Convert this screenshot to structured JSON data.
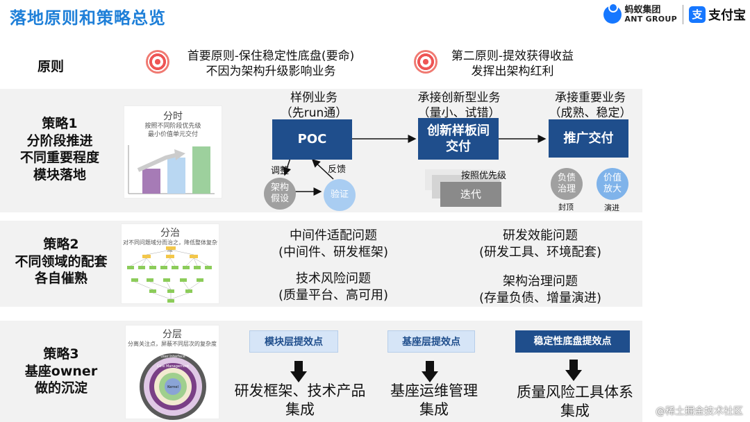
{
  "header": {
    "title": "落地原则和策略总览",
    "ant_brand_cn": "蚂蚁集团",
    "ant_brand_en": "ANT GROUP",
    "alipay_mark": "支",
    "alipay_brand": "支付宝"
  },
  "principles": {
    "row_label": "原则",
    "first_line1": "首要原则-保住稳定性底盘(要命)",
    "first_line2": "不因为架构升级影响业务",
    "second_line1": "第二原则-提效获得收益",
    "second_line2": "发挥出架构红利"
  },
  "strategy1": {
    "label_line1": "策略1",
    "label_line2": "分阶段推进",
    "label_line3": "不同重要程度",
    "label_line4": "模块落地",
    "card_title": "分时",
    "card_sub1": "按照不同阶段优先级",
    "card_sub2": "最小价值单元交付",
    "stage1_line1": "样例业务",
    "stage1_line2": "（先run通）",
    "stage2_line1": "承接创新型业务",
    "stage2_line2": "（量小、试错）",
    "stage3_line1": "承接重要业务",
    "stage3_line2": "（成熟、稳定）",
    "poc": "POC",
    "innovate_line1": "创新样板间",
    "innovate_line2": "交付",
    "promote": "推广交付",
    "adjust": "调整",
    "feedback": "反馈",
    "hypothesis_line1": "架构",
    "hypothesis_line2": "假设",
    "verify": "验证",
    "by_priority": "按照优先级",
    "iterate": "迭代",
    "debt_line1": "负债",
    "debt_line2": "治理",
    "value_line1": "价值",
    "value_line2": "放大",
    "cap": "封顶",
    "evolve": "演进"
  },
  "strategy2": {
    "label_line1": "策略2",
    "label_line2": "不同领域的配套",
    "label_line3": "各自催熟",
    "card_title": "分治",
    "card_sub": "对不同问题域分而治之，降低整体复杂度",
    "issue1_line1": "中间件适配问题",
    "issue1_line2": "(中间件、研发框架)",
    "issue2_line1": "研发效能问题",
    "issue2_line2": "(研发工具、环境配套)",
    "issue3_line1": "技术风险问题",
    "issue3_line2": "(质量平台、高可用)",
    "issue4_line1": "架构治理问题",
    "issue4_line2": "(存量负债、增量演进)"
  },
  "strategy3": {
    "label_line1": "策略3",
    "label_line2": "基座owner",
    "label_line3": "做的沉淀",
    "card_title": "分层",
    "card_sub": "分离关注点，屏蔽不同层次的复杂度",
    "layer_outer": "User Interface",
    "layer_mid": "Core Management",
    "layer_inner": "Kernel",
    "tag1": "模块层提效点",
    "tag2": "基座层提效点",
    "tag3": "稳定性底盘提效点",
    "result1_line1": "研发框架、技术产品",
    "result1_line2": "集成",
    "result2_line1": "基座运维管理",
    "result2_line2": "集成",
    "result3_line1": "质量风险工具体系",
    "result3_line2": "集成"
  },
  "watermark": "@稀土掘金技术社区",
  "colors": {
    "title": "#1e7fd8",
    "box_dark_blue": "#1f4e8c",
    "circle_gray": "#a0a0a0",
    "circle_blue": "#7fb3ea",
    "band_gray": "#f2f2f2"
  }
}
